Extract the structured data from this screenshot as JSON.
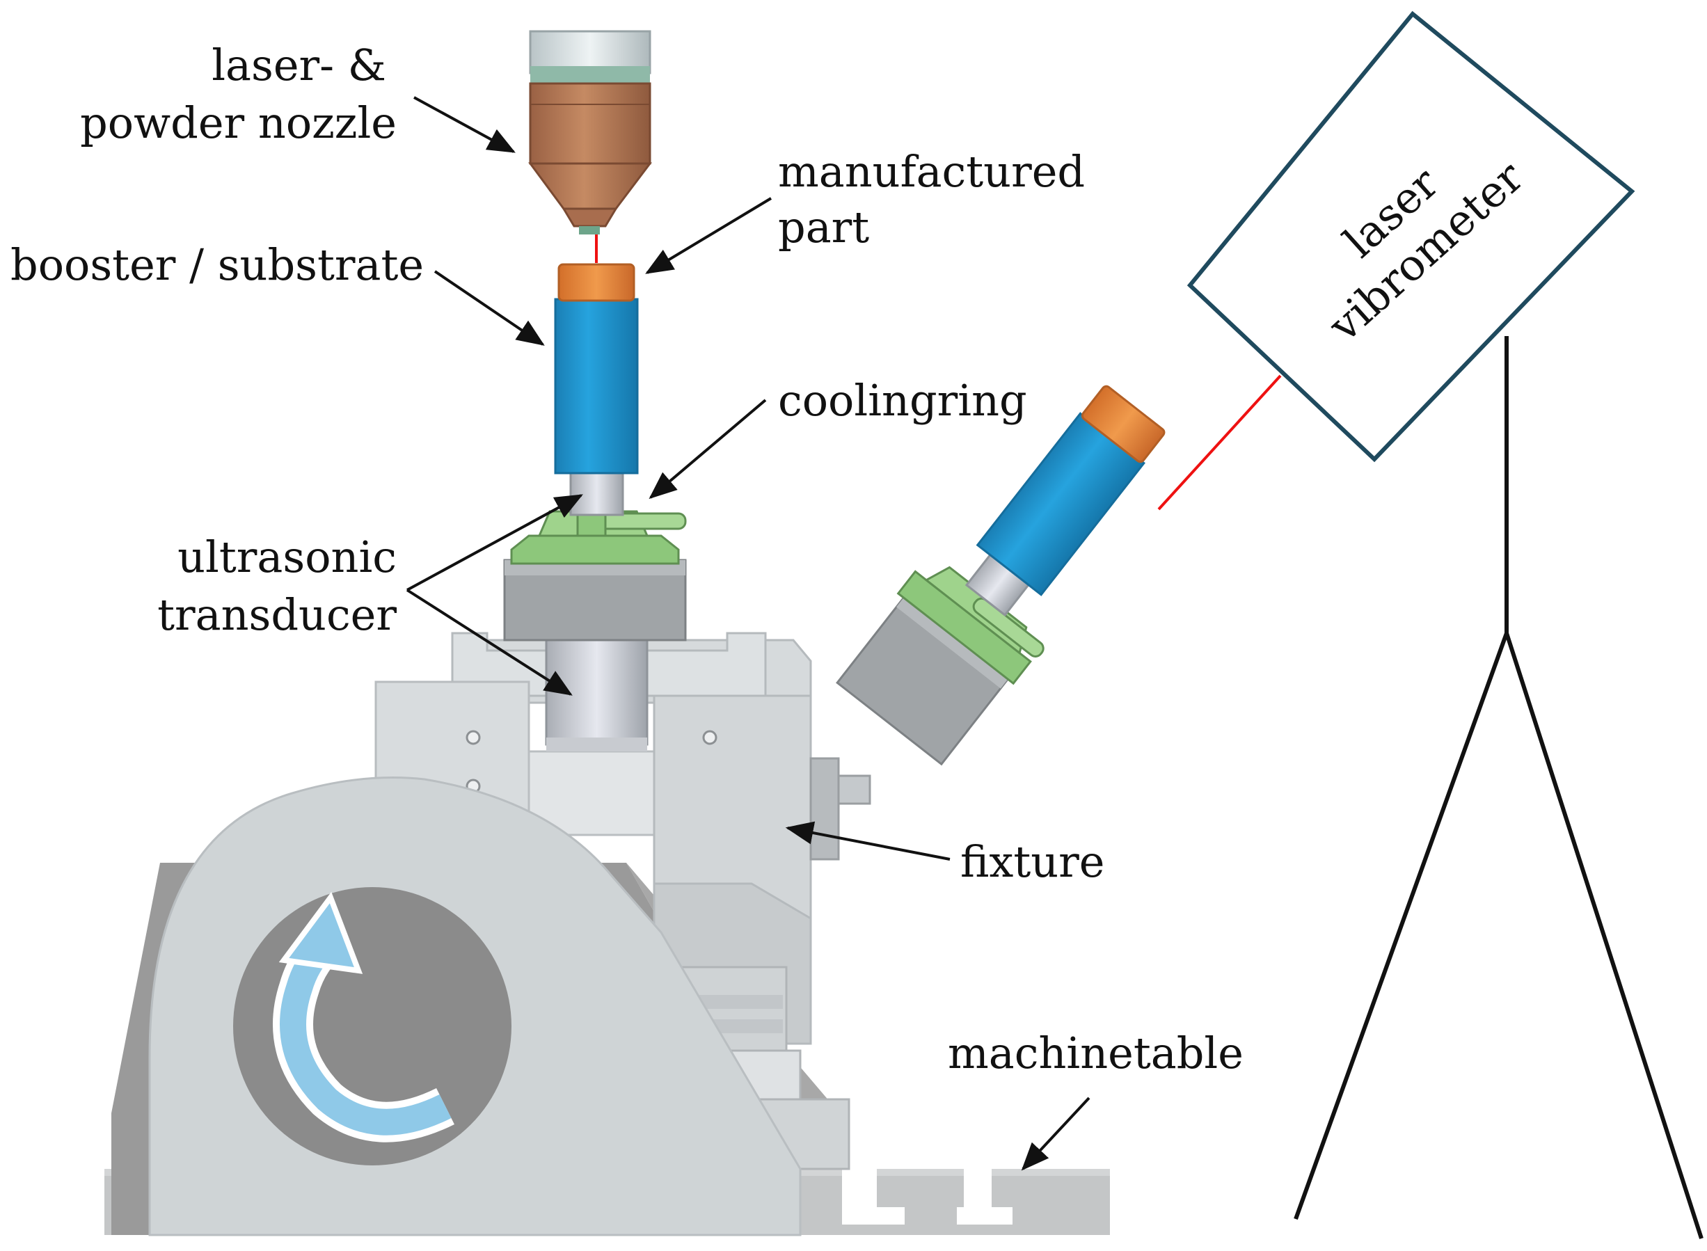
{
  "labels": {
    "nozzle_line1": "laser- &",
    "nozzle_line2": "powder nozzle",
    "part_line1": "manufactured",
    "part_line2": "part",
    "booster": "booster / substrate",
    "coolingring": "coolingring",
    "transducer_line1": "ultrasonic",
    "transducer_line2": "transducer",
    "fixture": "fixture",
    "machinetable": "machinetable",
    "vibrometer_line1": "laser",
    "vibrometer_line2": "vibrometer"
  },
  "colors": {
    "nozzle": "#b87a55",
    "booster": "#1f95cc",
    "substrate_top": "#e8883f",
    "coolingring": "#8dc77b",
    "housing": "#9c9fa2",
    "fixture": "#d4d8da",
    "base_dark": "#8a8a8a",
    "rotation_arrow": "#8fc9e8",
    "laser_beam": "#ee1111",
    "vibrometer_box": "#1f4a5e"
  }
}
